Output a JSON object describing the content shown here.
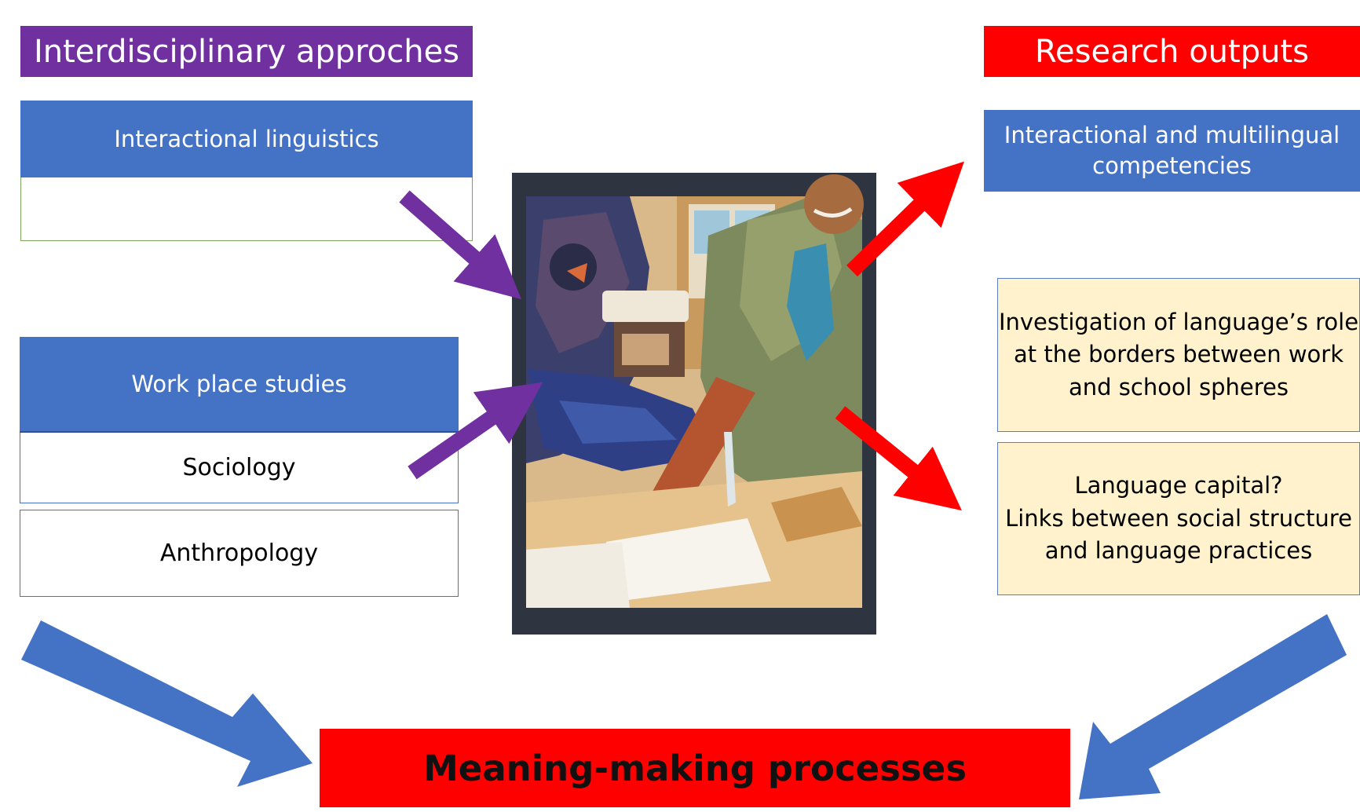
{
  "left_title": "Interdisciplinary approches",
  "right_title": "Research outputs",
  "left_boxes": {
    "interactional_linguistics": "Interactional linguistics",
    "work_place_studies": "Work place studies",
    "sociology": "Sociology",
    "anthropology": "Anthropology"
  },
  "right_boxes": {
    "competencies": [
      "Interactional and multilingual",
      "competencies"
    ],
    "investigation": [
      "Investigation of language’s role",
      "at the borders between work",
      "and school spheres"
    ],
    "language_capital": [
      "Language capital?",
      "Links between social structure",
      "and language practices"
    ]
  },
  "bottom": "Meaning-making processes",
  "colors": {
    "purple": "#7030a0",
    "red": "#ff0000",
    "blue": "#4472c4",
    "cream": "#fff2cc"
  }
}
